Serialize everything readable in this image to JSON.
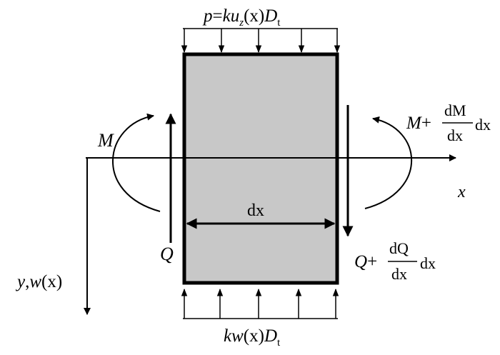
{
  "labels": {
    "top_load": {
      "p": "p",
      "eq": "=",
      "ku": "ku",
      "z": "z",
      "x": "(x)",
      "D": "D",
      "t": "t"
    },
    "bottom_load": {
      "kw": "kw",
      "x": "(x)",
      "D": "D",
      "t": "t"
    },
    "axis_x": "x",
    "axis_y": {
      "y": "y",
      "comma": ",",
      "w": "w",
      "x": "(x)"
    },
    "moment_left": "M",
    "moment_right": {
      "M": "M",
      "plus": "+",
      "dM": "dM",
      "dx_den": "dx",
      "dx": "dx"
    },
    "shear_left": "Q",
    "shear_right": {
      "Q": "Q",
      "plus": "+",
      "dQ": "dQ",
      "dx_den": "dx",
      "dx": "dx"
    },
    "width": "dx"
  },
  "colors": {
    "element_fill": "#c8c8c8",
    "stroke": "#000000",
    "background": "#ffffff"
  }
}
